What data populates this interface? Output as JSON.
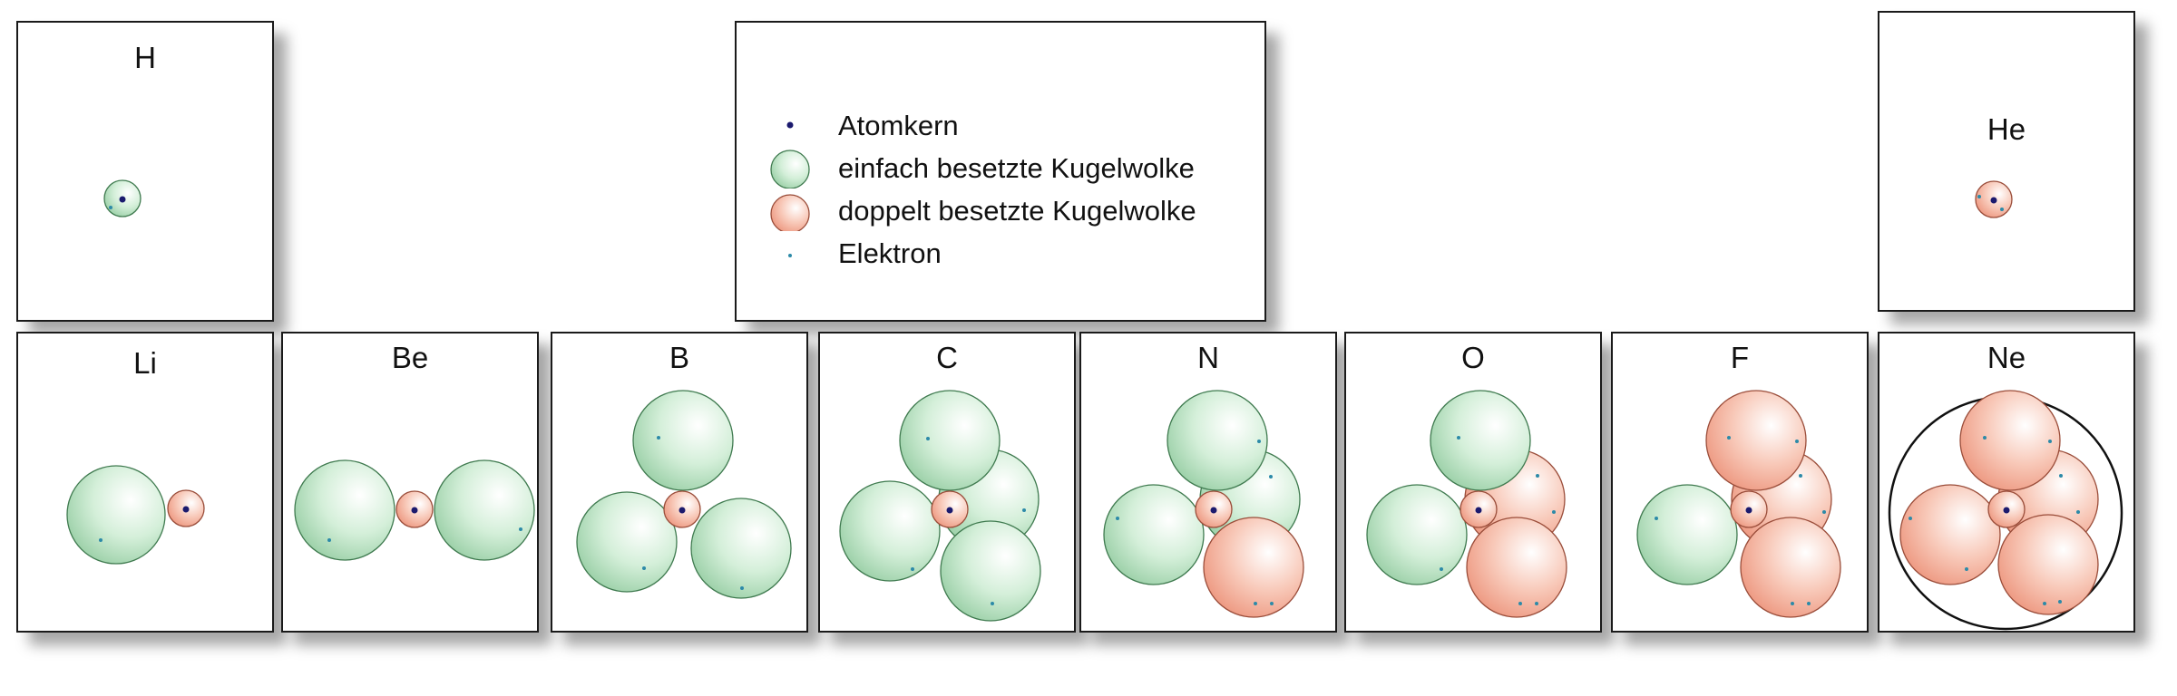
{
  "legend": {
    "items": [
      {
        "key": "nucleus",
        "label": "Atomkern"
      },
      {
        "key": "single",
        "label": "einfach besetzte Kugelwolke"
      },
      {
        "key": "double",
        "label": "doppelt besetzte Kugelwolke"
      },
      {
        "key": "electron",
        "label": "Elektron"
      }
    ]
  },
  "colors": {
    "single_fill": "#c9ead0",
    "single_stroke": "#3f7a4f",
    "double_fill": "#f6b9a6",
    "double_stroke": "#9a4d3a",
    "nucleus": "#1b1a6e",
    "electron": "#2c8aa8"
  },
  "elements": [
    {
      "symbol": "H",
      "clouds": [
        {
          "type": "single"
        }
      ]
    },
    {
      "symbol": "He",
      "clouds": [
        {
          "type": "double"
        }
      ]
    },
    {
      "symbol": "Li",
      "clouds": [
        {
          "type": "single"
        }
      ],
      "core": "double"
    },
    {
      "symbol": "Be",
      "clouds": [
        {
          "type": "single"
        },
        {
          "type": "single"
        }
      ],
      "core": "double"
    },
    {
      "symbol": "B",
      "clouds": [
        {
          "type": "single"
        },
        {
          "type": "single"
        },
        {
          "type": "single"
        }
      ],
      "core": "double"
    },
    {
      "symbol": "C",
      "clouds": [
        {
          "type": "single"
        },
        {
          "type": "single"
        },
        {
          "type": "single"
        },
        {
          "type": "single"
        }
      ],
      "core": "double"
    },
    {
      "symbol": "N",
      "clouds": [
        {
          "type": "single"
        },
        {
          "type": "single"
        },
        {
          "type": "single"
        },
        {
          "type": "double"
        }
      ],
      "core": "double"
    },
    {
      "symbol": "O",
      "clouds": [
        {
          "type": "single"
        },
        {
          "type": "double"
        },
        {
          "type": "single"
        },
        {
          "type": "double"
        }
      ],
      "core": "double"
    },
    {
      "symbol": "F",
      "clouds": [
        {
          "type": "double"
        },
        {
          "type": "double"
        },
        {
          "type": "single"
        },
        {
          "type": "double"
        }
      ],
      "core": "double"
    },
    {
      "symbol": "Ne",
      "clouds": [
        {
          "type": "double"
        },
        {
          "type": "double"
        },
        {
          "type": "double"
        },
        {
          "type": "double"
        }
      ],
      "core": "double"
    }
  ]
}
